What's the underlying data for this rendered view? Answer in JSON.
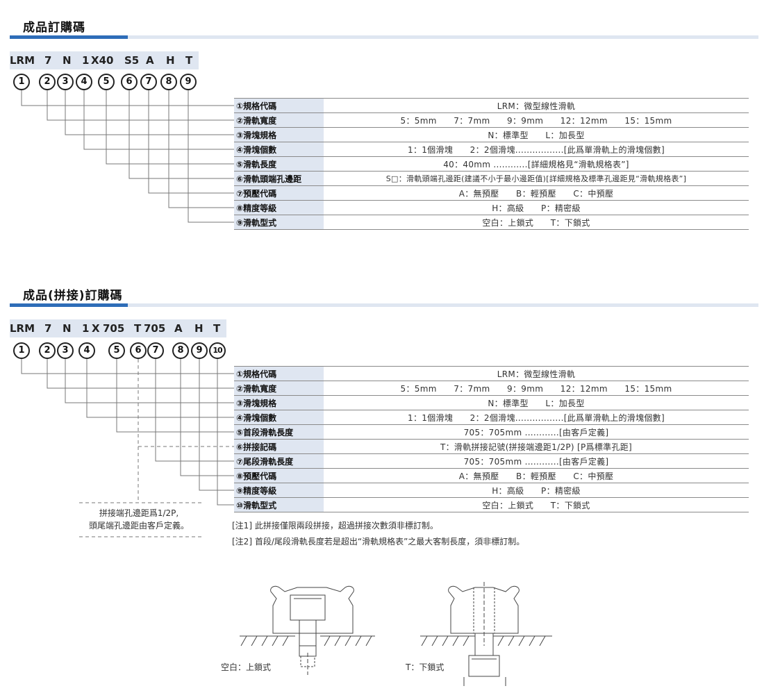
{
  "section1": {
    "title": "成品訂購碼",
    "code": [
      "LRM",
      "7",
      "N",
      "1",
      "X40",
      "S5",
      "A",
      "H",
      "T"
    ],
    "markers": [
      "1",
      "2",
      "3",
      "4",
      "5",
      "6",
      "7",
      "8",
      "9"
    ],
    "rows": [
      {
        "key": "①規格代碼",
        "value": "LRM：微型線性滑軌"
      },
      {
        "key": "②滑軌寬度",
        "value": "5：5mm　　7：7mm　　9：9mm　　12：12mm　　15：15mm"
      },
      {
        "key": "③滑塊規格",
        "value": "N：標準型　　L：加長型"
      },
      {
        "key": "④滑塊個數",
        "value": "1：1個滑塊　　2：2個滑塊.................[此爲單滑軌上的滑塊個數]"
      },
      {
        "key": "⑤滑軌長度",
        "value": "40：40mm ............[詳細規格見“滑軌規格表”]"
      },
      {
        "key": "⑥滑軌頭端孔邊距",
        "value": "S□：滑軌頭端孔邊距(建議不小于最小邊距值)[詳細規格及標準孔邊距見“滑軌規格表”]"
      },
      {
        "key": "⑦預壓代碼",
        "value": "A：無預壓　　B：輕預壓　　C：中預壓"
      },
      {
        "key": "⑧精度等級",
        "value": "H：高級　　P：精密級"
      },
      {
        "key": "⑨滑軌型式",
        "value": "空白：上鎖式　　T：下鎖式"
      }
    ]
  },
  "section2": {
    "title": "成品(拼接)訂購碼",
    "code": [
      "LRM",
      "7",
      "N",
      "1",
      "X",
      "705",
      "T",
      "705",
      "A",
      "H",
      "T"
    ],
    "markers": [
      "1",
      "2",
      "3",
      "4",
      "5",
      "6",
      "7",
      "8",
      "9",
      "10"
    ],
    "rows": [
      {
        "key": "①規格代碼",
        "value": "LRM：微型線性滑軌"
      },
      {
        "key": "②滑軌寬度",
        "value": "5：5mm　　7：7mm　　9：9mm　　12：12mm　　15：15mm"
      },
      {
        "key": "③滑塊規格",
        "value": "N：標準型　　L：加長型"
      },
      {
        "key": "④滑塊個數",
        "value": "1：1個滑塊　　2：2個滑塊.................[此爲單滑軌上的滑塊個數]"
      },
      {
        "key": "⑤首段滑軌長度",
        "value": "705：705mm ............[由客戶定義]"
      },
      {
        "key": "⑥拼接記碼",
        "value": "T：滑軌拼接記號(拼接端邊距1/2P) [P爲標準孔距]"
      },
      {
        "key": "⑦尾段滑軌長度",
        "value": "705：705mm ............[由客戶定義]"
      },
      {
        "key": "⑧預壓代碼",
        "value": "A：無預壓　　B：輕預壓　　C：中預壓"
      },
      {
        "key": "⑨精度等級",
        "value": "H：高級　　P：精密級"
      },
      {
        "key": "⑩滑軌型式",
        "value": "空白：上鎖式　　T：下鎖式"
      }
    ],
    "side_note": [
      "拼接端孔邊距爲1/2P,",
      "頭尾端孔邊距由客戶定義。"
    ],
    "notes": [
      "[注1] 此拼接僅限兩段拼接，超過拼接次數須非標訂制。",
      "[注2] 首段/尾段滑軌長度若是超出“滑軌規格表”之最大客制長度，須非標訂制。"
    ]
  },
  "diagrams": {
    "top_lock_label": "空白：上鎖式",
    "bottom_lock_label": "T：下鎖式"
  },
  "colors": {
    "accent": "#2e6db8",
    "light": "#dfe6f1"
  }
}
